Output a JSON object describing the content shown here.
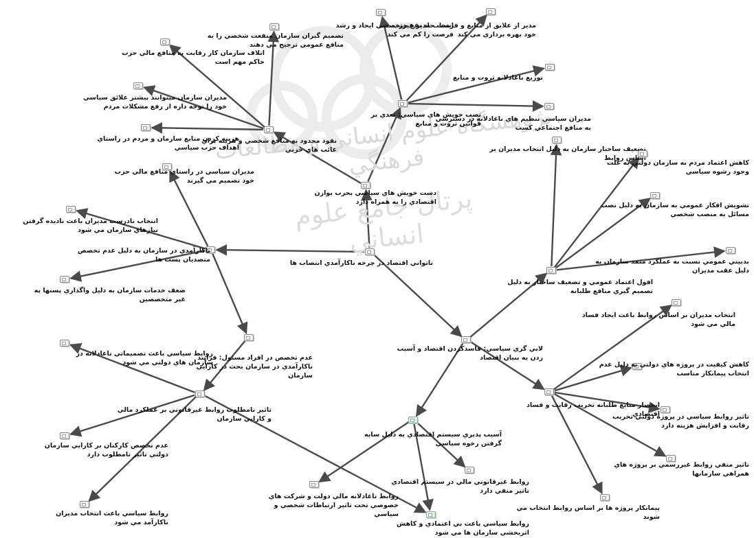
{
  "nodes": [
    {
      "id": "n1",
      "text": "ناكارآمدي در سازمان به دليل عدم تخصص متصديان پست ها"
    },
    {
      "id": "n2",
      "text": "عدم تخصص در افراد مسئول: فرايند ناكارآمدي در سازمان بحث در كارايي سازمان"
    },
    {
      "id": "n3",
      "text": "اتلاف سازمان كار رقابت به منافع مالي حزب حاكم مهم است"
    },
    {
      "id": "n4",
      "text": "مديران سازمان ميتوانند بيشتر علائق سياسي خود را توجه داره از رفع مشكلات مردم"
    },
    {
      "id": "n5",
      "text": "هزينه كردن منابع سازمان و مردم در راستاي اهداف حزب سياسي"
    },
    {
      "id": "n6",
      "text": "تصميم گيران سازمان منفعت شخصي را به منافع عمومي ترجيح مي دهند"
    },
    {
      "id": "n7",
      "text": "انتخاب مدير غيرتخصصي ايجاد و رشد فرصت را كم مي كند"
    },
    {
      "id": "n8",
      "text": "مدير از علايق از منابع و فرصت حاد نفع حزب خود بهره برداري مي كند"
    },
    {
      "id": "n9",
      "text": "توزيع ناعادلانه ثروت و منابع"
    },
    {
      "id": "n10",
      "text": "مديران سياسي تنظيم هاي ناعادلانه در دسترسي به منافع اجتماعي كسب"
    },
    {
      "id": "n11",
      "text": "نصب خويش هاي سياسي: تعدي بر قوانين ثروت و منابع"
    },
    {
      "id": "n12",
      "text": "نفوذ محدود به منافع شخصي و هزينه براي غائب هاي حزبي"
    },
    {
      "id": "n13",
      "text": "دست خويش هاي سياسي بحرب بوازن اقتصادي را به همراه دارد"
    },
    {
      "id": "n14",
      "text": "مديران سياسي در راستاي منافع مالي حزب خود تصميم مي گيرند"
    },
    {
      "id": "n15",
      "text": "انتخاب نادرست مديران باعث ناديده گرفتن نيازهاي سازمان مي شود"
    },
    {
      "id": "n16",
      "text": "ضعف خدمات سازمان به دليل واگذاري پستها به غير متخصصين"
    },
    {
      "id": "n17",
      "text": "ناتواني اقتصاد در چرخه ناكارآمدي انتصاب ها"
    },
    {
      "id": "n18",
      "text": "تضعيف ساختار سازمان به دليل انتخاب مديران بر اساس روابط"
    },
    {
      "id": "n19",
      "text": "كاهش اعتماد مردم به سازمان دولتي به علت وجود رشوه سياسي"
    },
    {
      "id": "n20",
      "text": "تشويش افكار عمومي به سازمان به دليل نصب مسائل به منصب شخصي"
    },
    {
      "id": "n21",
      "text": "بدبيني عمومي نسبت به عملكرد متمد سازمان به دليل عقب مديران"
    },
    {
      "id": "n22",
      "text": "افول اعتماد عمومي و تضعيف ساختار به دليل تصميم گيري منافع طلبانه"
    },
    {
      "id": "n23",
      "text": "انتخاب مديران بر اساس روابط باعث ايجاد فساد مالي مي شود"
    },
    {
      "id": "n24",
      "text": "كاهش كيفيت در پروژه هاي دولتي به دليل عدم انتخاب پيمانكار مناسب"
    },
    {
      "id": "n25",
      "text": "تاثير روابط سياسي در پروژه دولتي تخريب رقابت و افزايش هزينه دارد"
    },
    {
      "id": "n26",
      "text": "تاثير منفي روابط غيررسمي بر پروژه هاي همراهي سازمانها"
    },
    {
      "id": "n27",
      "text": "انحصار منابع طلبانه تخريب رقابت و فساد اقتصادي"
    },
    {
      "id": "n28",
      "text": "پيمانكار پروژه ها بر اساس روابط انتخاب مي شوند"
    },
    {
      "id": "n29",
      "text": "لابي گري سياسي: فاسدكردن اقتصاد و آسيب زدن به بنيان اقتصاد"
    },
    {
      "id": "n30",
      "text": "آسيب پذيري سيستم اقتصادي به دليل سايه گرفتن رخوه سياسي"
    },
    {
      "id": "n31",
      "text": "روابط ناعادلانه مالي دولت و شركت هاي خصوصي تحت تاثير ارتباطات شخصي و سياسي"
    },
    {
      "id": "n32",
      "text": "روابط غيرقانوني مالي در سيستم اقتصادي تاثير منفي دارد"
    },
    {
      "id": "n33",
      "text": "روابط سياسي باعث بي اعتمادي و كاهش اثربخشي سازمان ها مي شود"
    },
    {
      "id": "n34",
      "text": "روابط سياسي باعث تصميماتي ناعادلانه در سازمان هاي دولتي مي شود"
    },
    {
      "id": "n35",
      "text": "تاثير نامطلوب روابط غيرقانوني بر عملكرد مالي و كارايي سازمان"
    },
    {
      "id": "n36",
      "text": "عدم تخصص كاركنان بر كارايي سازمان دولتي تاثير نامطلوب دارد"
    },
    {
      "id": "n37",
      "text": "روابط سياسي باعث انتخاب مديران ناكارآمد مي شود"
    }
  ],
  "watermark": {
    "line1": "پژوهشگاه علوم انساني و مطالعات فرهنگي",
    "line2": "پرتال جامع علوم انساني"
  },
  "colors": {
    "arrow": "#4a4a4a",
    "node_border": "#8a8a8a",
    "node_green": "#d9f2e1",
    "watermark": "#d6d6d6"
  }
}
